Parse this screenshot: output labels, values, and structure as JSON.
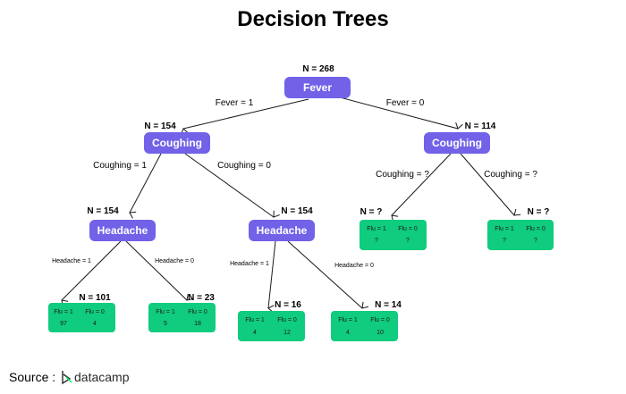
{
  "title": "Decision Trees",
  "colors": {
    "node": "#7162E8",
    "leaf": "#10CC7E",
    "line": "#1a1a1a",
    "logo_accent": "#03EF62"
  },
  "nodes": {
    "root": {
      "label": "Fever",
      "n": "N = 268"
    },
    "left": {
      "label": "Coughing",
      "n": "N = 154"
    },
    "right": {
      "label": "Coughing",
      "n": "N = 114"
    },
    "left_left": {
      "label": "Headache",
      "n": "N = 154"
    },
    "left_right": {
      "label": "Headache",
      "n": "N = 154"
    }
  },
  "edges": {
    "root_left": "Fever = 1",
    "root_right": "Fever = 0",
    "left_left": "Coughing = 1",
    "left_right": "Coughing = 0",
    "right_left": "Coughing = ?",
    "right_right": "Coughing = ?",
    "ll_left": "Headache = 1",
    "ll_right": "Headache = 0",
    "lr_left": "Headache = 1",
    "lr_right": "Headache = 0"
  },
  "leaves": {
    "ll1": {
      "n": "N = 101",
      "h1": "Flu = 1",
      "h2": "Flu = 0",
      "v1": "97",
      "v2": "4"
    },
    "ll2": {
      "n": "N = 23",
      "h1": "Flu = 1",
      "h2": "Flu = 0",
      "v1": "5",
      "v2": "18"
    },
    "lr1": {
      "n": "N = 16",
      "h1": "Flu = 1",
      "h2": "Flu = 0",
      "v1": "4",
      "v2": "12"
    },
    "lr2": {
      "n": "N = 14",
      "h1": "Flu = 1",
      "h2": "Flu = 0",
      "v1": "4",
      "v2": "10"
    },
    "r1": {
      "n": "N = ?",
      "h1": "Flu = 1",
      "h2": "Flu = 0",
      "v1": "?",
      "v2": "?"
    },
    "r2": {
      "n": "N = ?",
      "h1": "Flu = 1",
      "h2": "Flu = 0",
      "v1": "?",
      "v2": "?"
    }
  },
  "source": {
    "label": "Source :",
    "logo_text": "datacamp",
    "logo_icon": "datacamp-logo-icon"
  }
}
